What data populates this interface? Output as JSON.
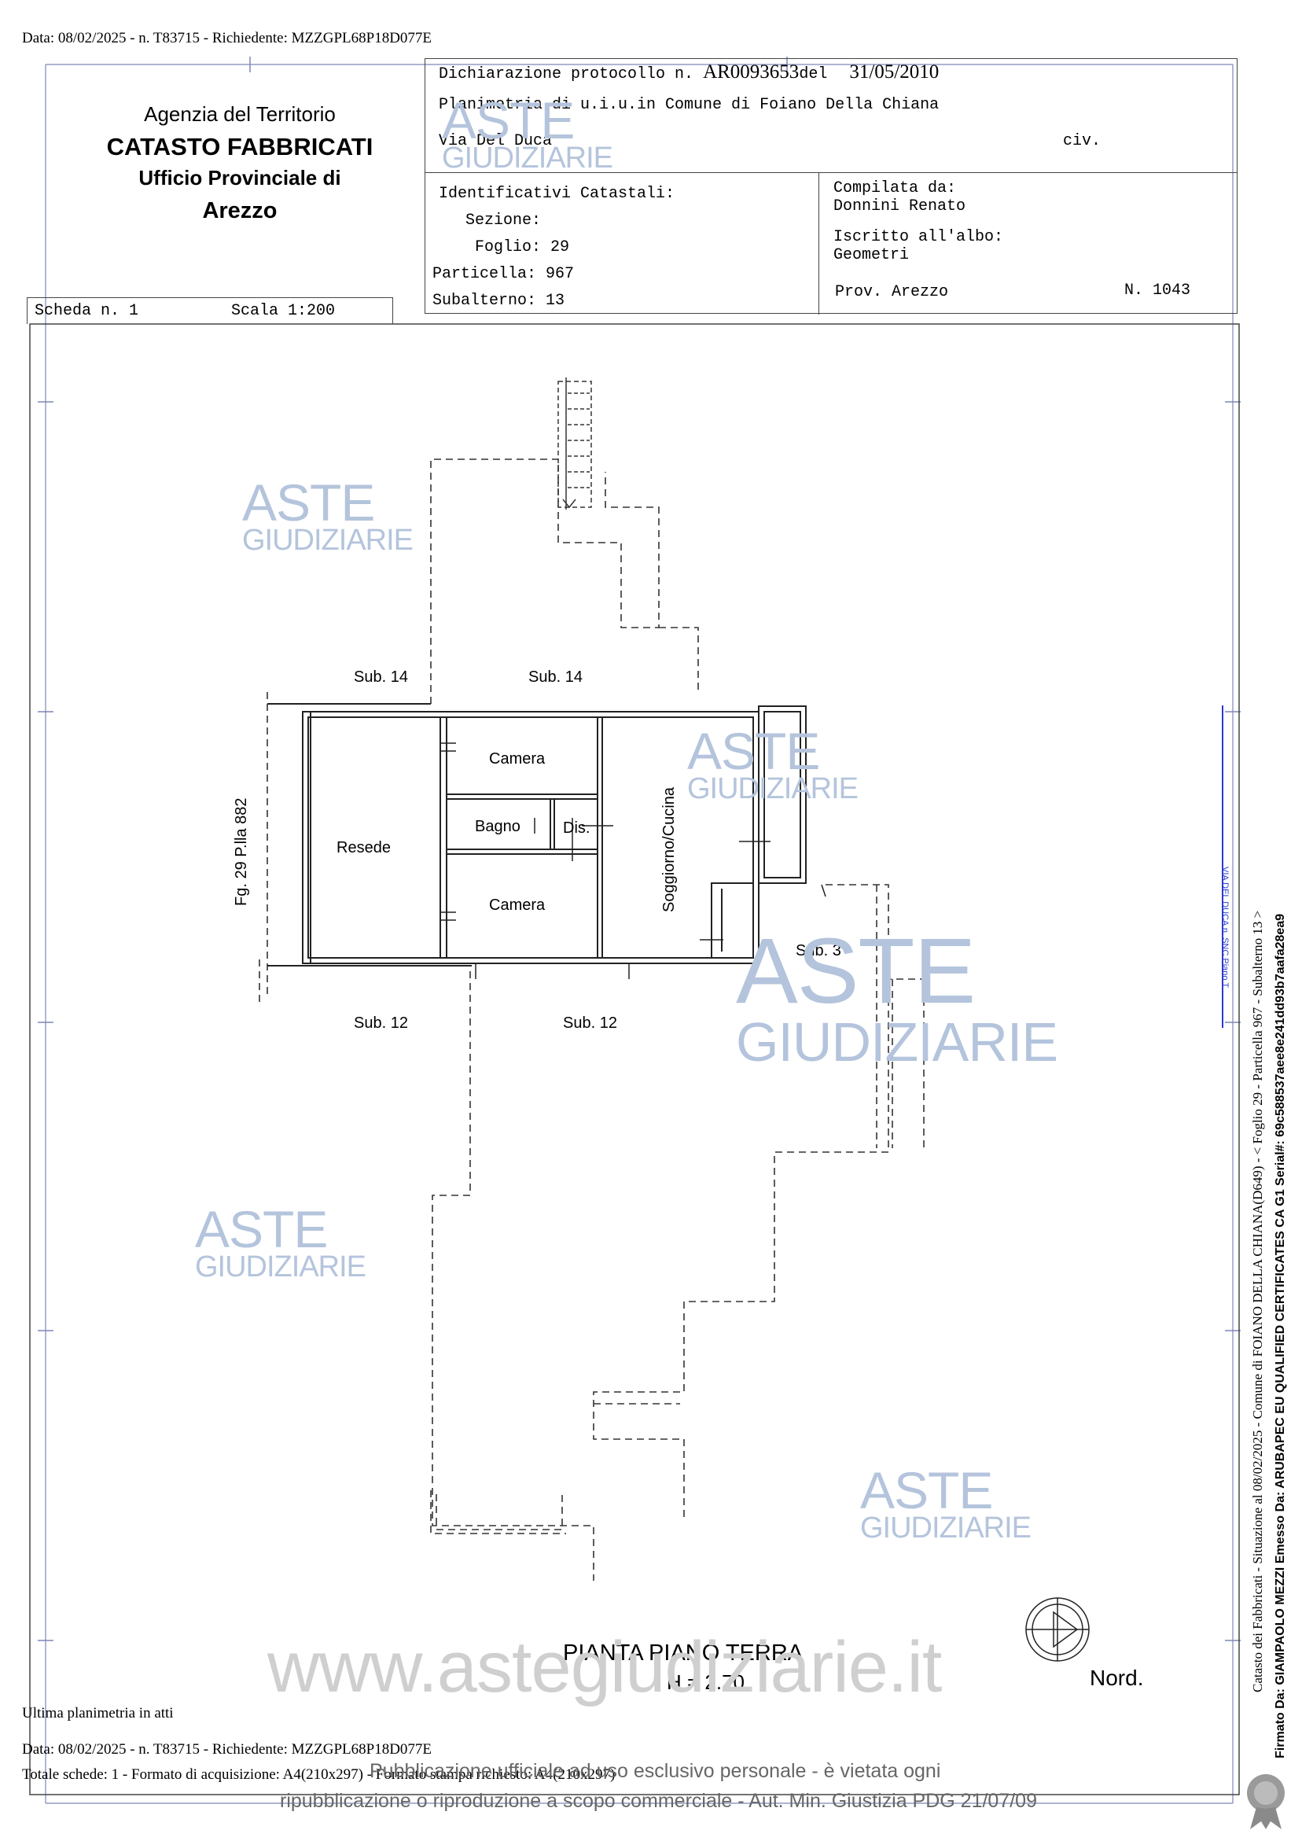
{
  "header_top": "Data: 08/02/2025 - n. T83715 - Richiedente: MZZGPL68P18D077E",
  "agency": {
    "line1": "Agenzia del Territorio",
    "line2": "CATASTO FABBRICATI",
    "line3": "Ufficio Provinciale di",
    "line4": "Arezzo"
  },
  "declaration": {
    "prefix": "Dichiarazione protocollo n.",
    "number": "AR0093653",
    "del": "del",
    "date": "31/05/2010",
    "planimetria": "Planimetria di u.i.u.in Comune di Foiano Della Chiana",
    "via": "Via Del Duca",
    "civ": "civ."
  },
  "identificativi": {
    "title": "Identificativi Catastali:",
    "sezione": "Sezione:",
    "foglio": "Foglio: 29",
    "particella": "Particella: 967",
    "subalterno": "Subalterno: 13"
  },
  "compilata": {
    "title": "Compilata da:",
    "name": "Donnini Renato",
    "iscritto": "Iscritto all'albo:",
    "albo": "Geometri",
    "prov": "Prov. Arezzo",
    "n": "N.  1043"
  },
  "scheda": "Scheda n. 1",
  "scala": "Scala 1:200",
  "plan": {
    "sub14_left": "Sub. 14",
    "sub14_right": "Sub. 14",
    "sub12_left": "Sub. 12",
    "sub12_right": "Sub. 12",
    "sub3": "Sub. 3",
    "camera_top": "Camera",
    "camera_bottom": "Camera",
    "bagno": "Bagno",
    "dis": "Dis.",
    "resede": "Resede",
    "soggiorno": "Soggiorno/Cucina",
    "foglio_side": "Fg. 29 P.lla 882"
  },
  "pianta_title": "PIANTA PIANO TERRA",
  "pianta_height": "H = 2.70",
  "nord": "Nord.",
  "ultima": "Ultima planimetria in atti",
  "footer_data": "Data: 08/02/2025 - n. T83715 - Richiedente: MZZGPL68P18D077E",
  "footer_totale": "Totale schede: 1 - Formato di acquisizione: A4(210x297) - Formato stampa richiesto: A4(210x297)",
  "pubblicazione_1": "Pubblicazione ufficiale ad uso esclusivo personale - è vietata ogni",
  "pubblicazione_2": "ripubblicazione o riproduzione a scopo commerciale - Aut. Min. Giustizia PDG 21/07/09",
  "side_text_1": "Catasto dei Fabbricati - Situazione al 08/02/2025 - Comune di FOIANO DELLA CHIANA(D649) - < Foglio 29 - Particella 967 - Subalterno 13 >",
  "side_text_2": "Firmato Da: GIAMPAOLO MEZZI Emesso Da: ARUBAPEC EU QUALIFIED CERTIFICATES CA G1 Serial#: 69c588537aee8e241dd93b7aafa28ea9",
  "side_small": "VIA DEL DUCA n. SNC Piano T",
  "watermark_aste": "ASTE",
  "watermark_giudiziarie": "GIUDIZIARIE",
  "watermark_site": "www.astegiudiziarie.it"
}
